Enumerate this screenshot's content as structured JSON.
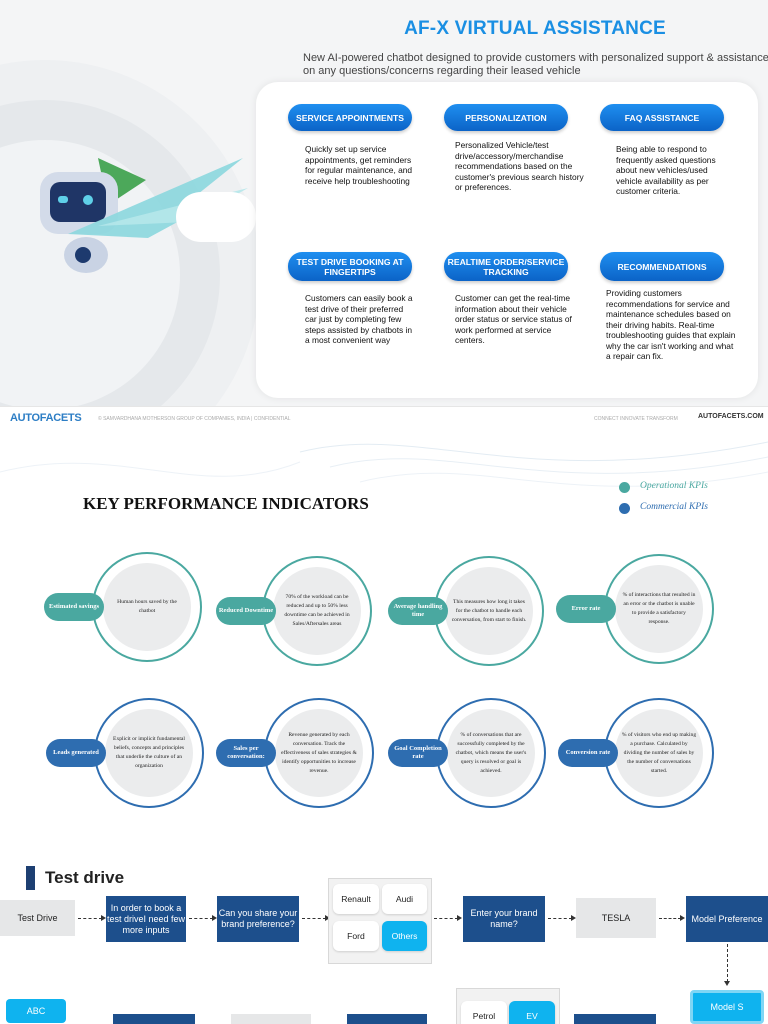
{
  "slide1": {
    "title": "AF-X VIRTUAL ASSISTANCE",
    "subtitle": "New AI-powered chatbot designed to provide customers with personalized support & assistance on any questions/concerns regarding their leased vehicle",
    "features": [
      {
        "label": "SERVICE APPOINTMENTS",
        "text": "Quickly set up service appointments, get reminders for regular maintenance, and receive help troubleshooting"
      },
      {
        "label": "PERSONALIZATION",
        "text": "Personalized Vehicle/test drive/accessory/merchandise recommendations based on the customer's previous search history or preferences."
      },
      {
        "label": "FAQ ASSISTANCE",
        "text": "Being able to respond to frequently asked questions about new vehicles/used vehicle availability as per customer criteria."
      },
      {
        "label": "TEST DRIVE BOOKING AT FINGERTIPS",
        "text": "Customers can easily book a test drive of their preferred car just by completing few steps assisted by chatbots in a most convenient way"
      },
      {
        "label": "REALTIME ORDER/SERVICE TRACKING",
        "text": "Customer can get the real-time information about their vehicle order status or service status of work performed at service centers."
      },
      {
        "label": "RECOMMENDATIONS",
        "text": "Providing customers recommendations for service and maintenance schedules based on their driving habits. Real-time troubleshooting guides that explain why the car isn't working and what a repair can fix."
      }
    ],
    "footer": {
      "logo": "AUTOFACETS",
      "confidential": "© SAMVARDHANA MOTHERSON GROUP OF COMPANIES, INDIA | CONFIDENTIAL",
      "tagline": "CONNECT   INNOVATE   TRANSFORM",
      "url": "AUTOFACETS.COM"
    },
    "colors": {
      "accent": "#1a8fe3",
      "pill": "#0b63c7"
    }
  },
  "slide2": {
    "title": "KEY PERFORMANCE INDICATORS",
    "legend": [
      {
        "label": "Operational KPIs",
        "color": "#4aa8a0"
      },
      {
        "label": "Commercial KPIs",
        "color": "#2e6db0"
      }
    ],
    "kpis": [
      {
        "label": "Estimated savings",
        "text": "Human hours saved  by the chatbot",
        "type": "operational"
      },
      {
        "label": "Reduced Downtime",
        "text": "70% of the workload can be reduced and up to 50% less downtime can be achieved in Sales/Aftersales areas",
        "type": "operational"
      },
      {
        "label": "Average handling time",
        "text": "This measures how long it takes for the chatbot to handle each conversation, from start to finish.",
        "type": "operational"
      },
      {
        "label": "Error rate",
        "text": "% of interactions that resulted in an error or the chatbot is unable to provide a satisfactory response.",
        "type": "operational"
      },
      {
        "label": "Leads generated",
        "text": "Explicit or implicit fundamental beliefs, concepts and principles that underlie the culture of an organization",
        "type": "commercial"
      },
      {
        "label": "Sales per conversation:",
        "text": "Revenue generated by each conversation. Track the effectiveness of sales strategies & identify opportunities to increase revenue.",
        "type": "commercial"
      },
      {
        "label": "Goal Completion rate",
        "text": "% of conversations that are successfully completed by the chatbot, which means the user's query is resolved or goal is achieved.",
        "type": "commercial"
      },
      {
        "label": "Conversion rate",
        "text": "% of visitors who end up making a purchase. Calculated by dividing the number of sales by the number of conversations started.",
        "type": "commercial"
      }
    ]
  },
  "slide3": {
    "title": "Test drive",
    "flow": {
      "start": "Test Drive",
      "info": "In order to book a test driveI need few more inputs",
      "brand_q": "Can you share your brand preference?",
      "brand_opts": [
        "Renault",
        "Audi",
        "Ford",
        "Others"
      ],
      "brand_selected": "Others",
      "enter_brand": "Enter your brand name?",
      "brand_answer": "TESLA",
      "model_pref": "Model Preference",
      "model": "Model S",
      "abc": "ABC",
      "fuel_opts": [
        "Petrol",
        "EV"
      ],
      "fuel_selected": "EV"
    }
  }
}
